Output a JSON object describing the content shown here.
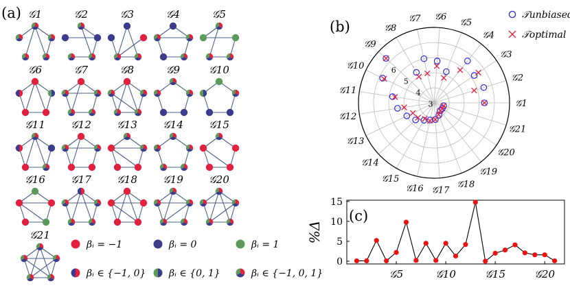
{
  "panel_labels": {
    "a": "(a)",
    "b": "(b)",
    "c": "(c)"
  },
  "graphs": [
    {
      "label": "𝒢1",
      "nodes": [
        "mix3",
        "mix3",
        "mix3",
        "mix3",
        "mix3"
      ],
      "edges": [
        [
          0,
          1
        ],
        [
          0,
          2
        ],
        [
          0,
          3
        ],
        [
          0,
          4
        ],
        [
          2,
          4
        ]
      ]
    },
    {
      "label": "𝒢2",
      "nodes": [
        "mix3",
        "blue",
        "blue",
        "mix3",
        "mix3"
      ],
      "edges": [
        [
          0,
          2
        ],
        [
          0,
          4
        ],
        [
          1,
          2
        ],
        [
          2,
          4
        ],
        [
          3,
          4
        ]
      ]
    },
    {
      "label": "𝒢3",
      "nodes": [
        "blue",
        "blue",
        "red",
        "mix3",
        "mix3"
      ],
      "edges": [
        [
          0,
          3
        ],
        [
          1,
          3
        ],
        [
          2,
          3
        ],
        [
          3,
          4
        ],
        [
          0,
          4
        ]
      ]
    },
    {
      "label": "𝒢4",
      "nodes": [
        "blue",
        "mix3",
        "mix3",
        "blue",
        "mix3"
      ],
      "edges": [
        [
          0,
          1
        ],
        [
          0,
          2
        ],
        [
          1,
          2
        ],
        [
          1,
          3
        ],
        [
          2,
          4
        ],
        [
          3,
          4
        ]
      ]
    },
    {
      "label": "𝒢5",
      "nodes": [
        "mix3",
        "green",
        "green",
        "mix3",
        "mix3"
      ],
      "edges": [
        [
          0,
          1
        ],
        [
          0,
          3
        ],
        [
          1,
          2
        ],
        [
          2,
          4
        ],
        [
          3,
          4
        ]
      ]
    },
    {
      "label": "𝒢6",
      "nodes": [
        "red",
        "mix_rb",
        "mix_bg",
        "red",
        "red"
      ],
      "edges": [
        [
          0,
          1
        ],
        [
          0,
          2
        ],
        [
          0,
          3
        ],
        [
          0,
          4
        ],
        [
          1,
          3
        ],
        [
          2,
          4
        ],
        [
          3,
          4
        ]
      ]
    },
    {
      "label": "𝒢7",
      "nodes": [
        "red",
        "mix3",
        "mix3",
        "mix3",
        "mix3"
      ],
      "edges": [
        [
          0,
          1
        ],
        [
          0,
          2
        ],
        [
          0,
          3
        ],
        [
          1,
          3
        ],
        [
          2,
          4
        ],
        [
          3,
          4
        ],
        [
          1,
          2
        ]
      ]
    },
    {
      "label": "𝒢8",
      "nodes": [
        "red",
        "mix3",
        "mix3",
        "mix3",
        "mix3"
      ],
      "edges": [
        [
          0,
          1
        ],
        [
          0,
          2
        ],
        [
          0,
          3
        ],
        [
          0,
          4
        ],
        [
          1,
          3
        ],
        [
          2,
          4
        ],
        [
          3,
          4
        ],
        [
          1,
          4
        ]
      ]
    },
    {
      "label": "𝒢9",
      "nodes": [
        "mix3",
        "mix3",
        "mix3",
        "blue",
        "blue"
      ],
      "edges": [
        [
          0,
          1
        ],
        [
          0,
          2
        ],
        [
          1,
          3
        ],
        [
          2,
          4
        ],
        [
          3,
          4
        ]
      ]
    },
    {
      "label": "𝒢10",
      "nodes": [
        "green",
        "mix_bg",
        "mix3",
        "blue",
        "blue"
      ],
      "edges": [
        [
          0,
          1
        ],
        [
          0,
          2
        ],
        [
          1,
          3
        ],
        [
          2,
          4
        ],
        [
          3,
          4
        ]
      ]
    },
    {
      "label": "𝒢11",
      "nodes": [
        "mix3",
        "mix_rb",
        "blue",
        "red",
        "mix3"
      ],
      "edges": [
        [
          0,
          1
        ],
        [
          0,
          2
        ],
        [
          0,
          3
        ],
        [
          0,
          4
        ],
        [
          1,
          3
        ],
        [
          2,
          4
        ],
        [
          3,
          4
        ]
      ]
    },
    {
      "label": "𝒢12",
      "nodes": [
        "red",
        "mix3",
        "mix3",
        "red",
        "red"
      ],
      "edges": [
        [
          0,
          1
        ],
        [
          0,
          2
        ],
        [
          1,
          2
        ],
        [
          1,
          3
        ],
        [
          2,
          4
        ],
        [
          3,
          4
        ],
        [
          0,
          3
        ]
      ]
    },
    {
      "label": "𝒢13",
      "nodes": [
        "mix3",
        "red",
        "mix3",
        "red",
        "red"
      ],
      "edges": [
        [
          0,
          1
        ],
        [
          0,
          2
        ],
        [
          1,
          2
        ],
        [
          1,
          3
        ],
        [
          2,
          4
        ],
        [
          3,
          4
        ],
        [
          1,
          4
        ]
      ]
    },
    {
      "label": "𝒢14",
      "nodes": [
        "mix3",
        "mix3",
        "mix3",
        "mix3",
        "mix3"
      ],
      "edges": [
        [
          0,
          1
        ],
        [
          0,
          2
        ],
        [
          1,
          3
        ],
        [
          2,
          4
        ],
        [
          3,
          4
        ]
      ]
    },
    {
      "label": "𝒢15",
      "nodes": [
        "mix3",
        "red",
        "red",
        "red",
        "red"
      ],
      "edges": [
        [
          0,
          1
        ],
        [
          0,
          2
        ],
        [
          1,
          3
        ],
        [
          2,
          4
        ],
        [
          3,
          4
        ],
        [
          1,
          4
        ]
      ]
    },
    {
      "label": "𝒢16",
      "nodes": [
        "green",
        "red",
        "red",
        "red",
        "green"
      ],
      "edges": [
        [
          0,
          1
        ],
        [
          0,
          2
        ],
        [
          1,
          2
        ],
        [
          1,
          3
        ],
        [
          2,
          4
        ],
        [
          3,
          4
        ],
        [
          1,
          4
        ]
      ]
    },
    {
      "label": "𝒢17",
      "nodes": [
        "mix_rb",
        "mix3",
        "mix3",
        "mix3",
        "mix3"
      ],
      "edges": [
        [
          0,
          1
        ],
        [
          0,
          2
        ],
        [
          1,
          2
        ],
        [
          1,
          3
        ],
        [
          2,
          4
        ],
        [
          3,
          4
        ],
        [
          0,
          3
        ],
        [
          0,
          4
        ]
      ]
    },
    {
      "label": "𝒢18",
      "nodes": [
        "red",
        "red",
        "red",
        "red",
        "red"
      ],
      "edges": [
        [
          0,
          1
        ],
        [
          0,
          2
        ],
        [
          1,
          2
        ],
        [
          1,
          3
        ],
        [
          2,
          4
        ],
        [
          3,
          4
        ],
        [
          0,
          3
        ],
        [
          0,
          4
        ],
        [
          1,
          4
        ]
      ]
    },
    {
      "label": "𝒢19",
      "nodes": [
        "mix3",
        "mix3",
        "mix3",
        "mix3",
        "mix3"
      ],
      "edges": [
        [
          0,
          1
        ],
        [
          0,
          2
        ],
        [
          1,
          2
        ],
        [
          1,
          3
        ],
        [
          2,
          4
        ],
        [
          3,
          4
        ],
        [
          0,
          3
        ],
        [
          2,
          3
        ]
      ]
    },
    {
      "label": "𝒢20",
      "nodes": [
        "mix3",
        "mix3",
        "mix3",
        "mix3",
        "mix3"
      ],
      "edges": [
        [
          0,
          1
        ],
        [
          0,
          2
        ],
        [
          1,
          2
        ],
        [
          1,
          3
        ],
        [
          2,
          4
        ],
        [
          3,
          4
        ],
        [
          0,
          3
        ],
        [
          0,
          4
        ],
        [
          2,
          3
        ]
      ]
    },
    {
      "label": "𝒢21",
      "nodes": [
        "mix3",
        "mix3",
        "mix3",
        "mix3",
        "mix3"
      ],
      "edges": [
        [
          0,
          1
        ],
        [
          0,
          2
        ],
        [
          0,
          3
        ],
        [
          0,
          4
        ],
        [
          1,
          2
        ],
        [
          1,
          3
        ],
        [
          1,
          4
        ],
        [
          2,
          3
        ],
        [
          2,
          4
        ],
        [
          3,
          4
        ]
      ]
    }
  ],
  "node_legend": [
    {
      "kind": "red",
      "label": "βᵢ = −1"
    },
    {
      "kind": "blue",
      "label": "βᵢ = 0"
    },
    {
      "kind": "green",
      "label": "βᵢ = 1"
    },
    {
      "kind": "mix_rb",
      "label": "βᵢ ∈ {−1, 0}"
    },
    {
      "kind": "mix_bg",
      "label": "βᵢ ∈ {0, 1}"
    },
    {
      "kind": "mix3",
      "label": "βᵢ ∈ {−1, 0, 1}"
    }
  ],
  "colors": {
    "red": "#e4203f",
    "blue": "#3c3c8c",
    "green": "#5b9a5b",
    "edge": "#4a5f8a",
    "unbiased": "#2b2bdd",
    "optimal": "#e4203f",
    "point_c": "#ee1111",
    "grid": "#bbbbbb"
  },
  "chart_data": [
    {
      "type": "scatter",
      "projection": "polar",
      "r_ticks": [
        3,
        4,
        5,
        6
      ],
      "r_tick_labels": [
        "3",
        "4",
        "5",
        "6"
      ],
      "rlim": [
        2.5,
        7.0
      ],
      "angle_labels": [
        "𝒢1",
        "𝒢2",
        "𝒢3",
        "𝒢4",
        "𝒢5",
        "𝒢6",
        "𝒢7",
        "𝒢8",
        "𝒢9",
        "𝒢10",
        "𝒢11",
        "𝒢12",
        "𝒢13",
        "𝒢14",
        "𝒢15",
        "𝒢16",
        "𝒢17",
        "𝒢18",
        "𝒢19",
        "𝒢20",
        "𝒢21"
      ],
      "legend": {
        "placement": "top-right",
        "unbiased_label": "𝒯unbiased",
        "optimal_label": "𝒯optimal"
      },
      "series": [
        {
          "name": "𝒯unbiased",
          "marker": "circle",
          "values": [
            5.5,
            5.6,
            5.4,
            5.7,
            4.5,
            5.0,
            5.2,
            4.6,
            6.4,
            5.9,
            5.0,
            4.7,
            4.3,
            4.0,
            3.7,
            3.55,
            3.5,
            3.3,
            3.1,
            3.1,
            3.1
          ]
        },
        {
          "name": "𝒯optimal",
          "marker": "x",
          "values": [
            5.5,
            5.0,
            5.7,
            5.0,
            4.1,
            4.7,
            4.3,
            4.3,
            6.4,
            5.8,
            4.85,
            4.3,
            3.9,
            3.8,
            3.6,
            3.6,
            3.5,
            3.25,
            3.1,
            3.1,
            3.1
          ]
        }
      ]
    },
    {
      "type": "line",
      "x": [
        1,
        2,
        3,
        4,
        5,
        6,
        7,
        8,
        9,
        10,
        11,
        12,
        13,
        14,
        15,
        16,
        17,
        18,
        19,
        20,
        21
      ],
      "values": [
        0.1,
        0.1,
        5.2,
        0.1,
        2.2,
        9.8,
        0.2,
        4.5,
        0.2,
        4.5,
        1.3,
        4.2,
        14.8,
        0.0,
        2.0,
        2.8,
        4.1,
        2.1,
        1.6,
        1.6,
        0.1
      ],
      "ylim": [
        0,
        16
      ],
      "y_ticks": [
        0,
        5,
        10,
        15
      ],
      "y_tick_labels": [
        "0",
        "5",
        "10",
        "15"
      ],
      "x_ticks": [
        5,
        10,
        15,
        20
      ],
      "x_tick_labels": [
        "𝒢5",
        "𝒢10",
        "𝒢15",
        "𝒢20"
      ],
      "ylabel": "%Δ",
      "grid": false
    }
  ]
}
